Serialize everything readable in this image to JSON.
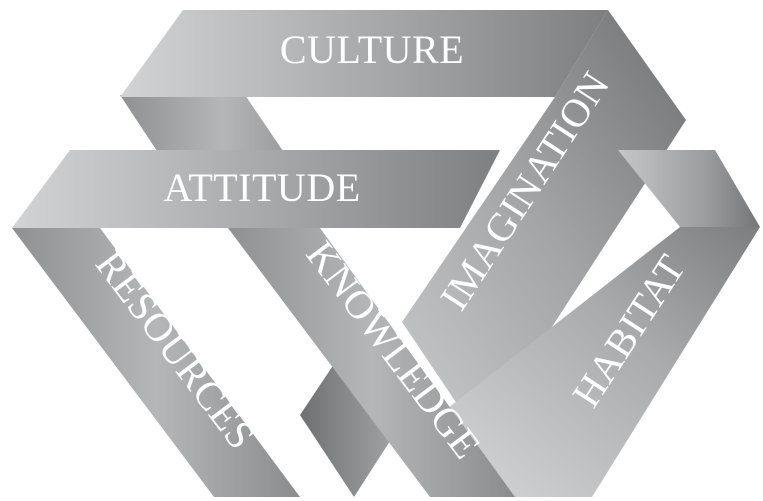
{
  "diagram": {
    "bands": [
      {
        "id": "culture",
        "label": "CULTURE"
      },
      {
        "id": "attitude",
        "label": "ATTITUDE"
      },
      {
        "id": "imagination",
        "label": "IMAGINATION"
      },
      {
        "id": "resources",
        "label": "RESOURCES"
      },
      {
        "id": "knowledge",
        "label": "KNOWLEDGE"
      },
      {
        "id": "habitat",
        "label": "HABITAT"
      }
    ]
  }
}
